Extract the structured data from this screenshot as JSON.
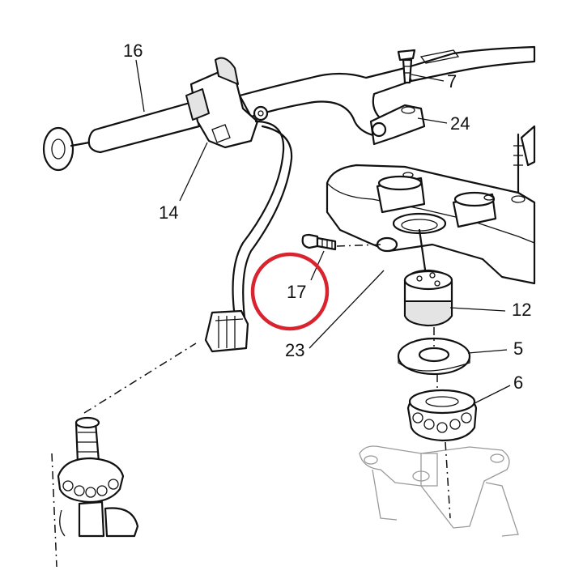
{
  "callouts": [
    {
      "id": "16",
      "text": "16"
    },
    {
      "id": "7",
      "text": "7"
    },
    {
      "id": "24",
      "text": "24"
    },
    {
      "id": "14",
      "text": "14"
    },
    {
      "id": "17",
      "text": "17"
    },
    {
      "id": "12",
      "text": "12"
    },
    {
      "id": "23",
      "text": "23"
    },
    {
      "id": "5",
      "text": "5"
    },
    {
      "id": "6",
      "text": "6"
    }
  ],
  "highlight": {
    "target": "17",
    "color": "#d9232e"
  }
}
